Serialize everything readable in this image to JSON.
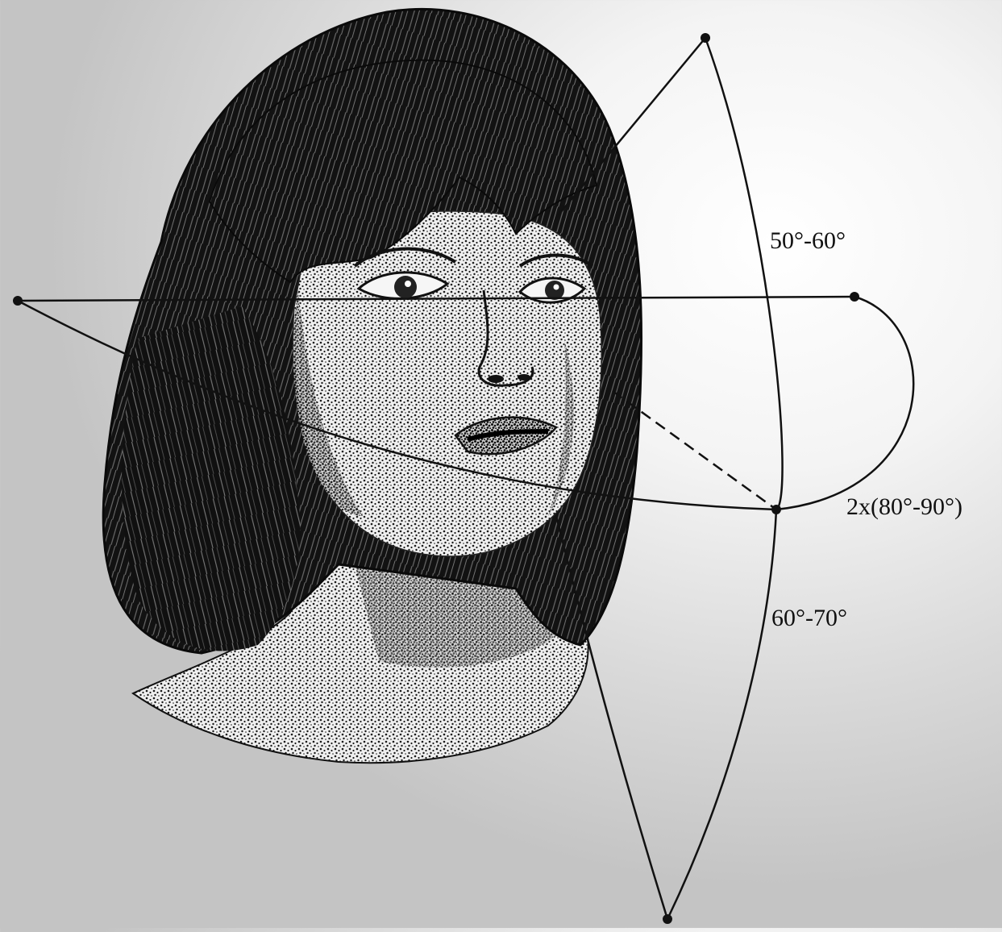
{
  "figure": {
    "subject": "illustrated-female-head",
    "labels": {
      "upward": "50°-60°",
      "horizontal": "2x(80°-90°)",
      "downward": "60°-70°"
    },
    "colors": {
      "ink": "#111111",
      "hair": "#141414",
      "skin_stipple": "#2a2a2a",
      "skin_base": "#f2f2f2",
      "background_light": "#ffffff",
      "background_dark": "#c4c4c4"
    }
  }
}
